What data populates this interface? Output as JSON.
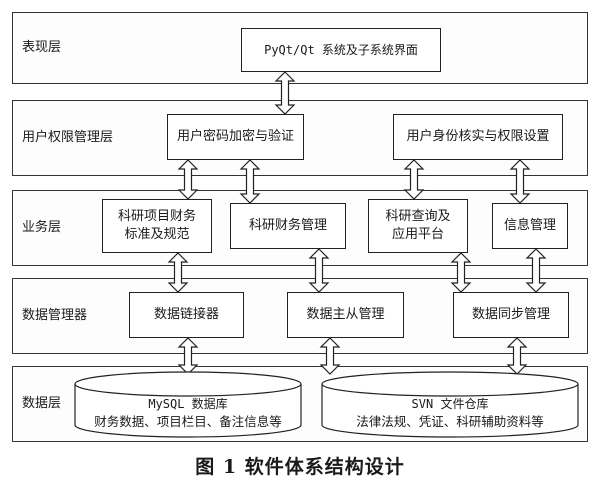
{
  "layers": {
    "presentation": {
      "label": "表现层",
      "ui_box": "PyQt/Qt 系统及子系统界面"
    },
    "user_permission": {
      "label": "用户权限管理层",
      "password_box": "用户密码加密与验证",
      "identity_box": "用户身份核实与权限设置"
    },
    "business": {
      "label": "业务层",
      "standards_box_line1": "科研项目财务",
      "standards_box_line2": "标准及规范",
      "finance_box": "科研财务管理",
      "query_box_line1": "科研查询及",
      "query_box_line2": "应用平台",
      "info_box": "信息管理"
    },
    "data_manager": {
      "label": "数据管理器",
      "connector_box": "数据链接器",
      "master_slave_box": "数据主从管理",
      "sync_box": "数据同步管理"
    },
    "data": {
      "label": "数据层",
      "mysql_title": "MySQL 数据库",
      "mysql_sub": "财务数据、项目栏目、备注信息等",
      "svn_title": "SVN 文件仓库",
      "svn_sub": "法律法规、凭证、科研辅助资料等"
    }
  },
  "caption": "图 1  软件体系结构设计"
}
